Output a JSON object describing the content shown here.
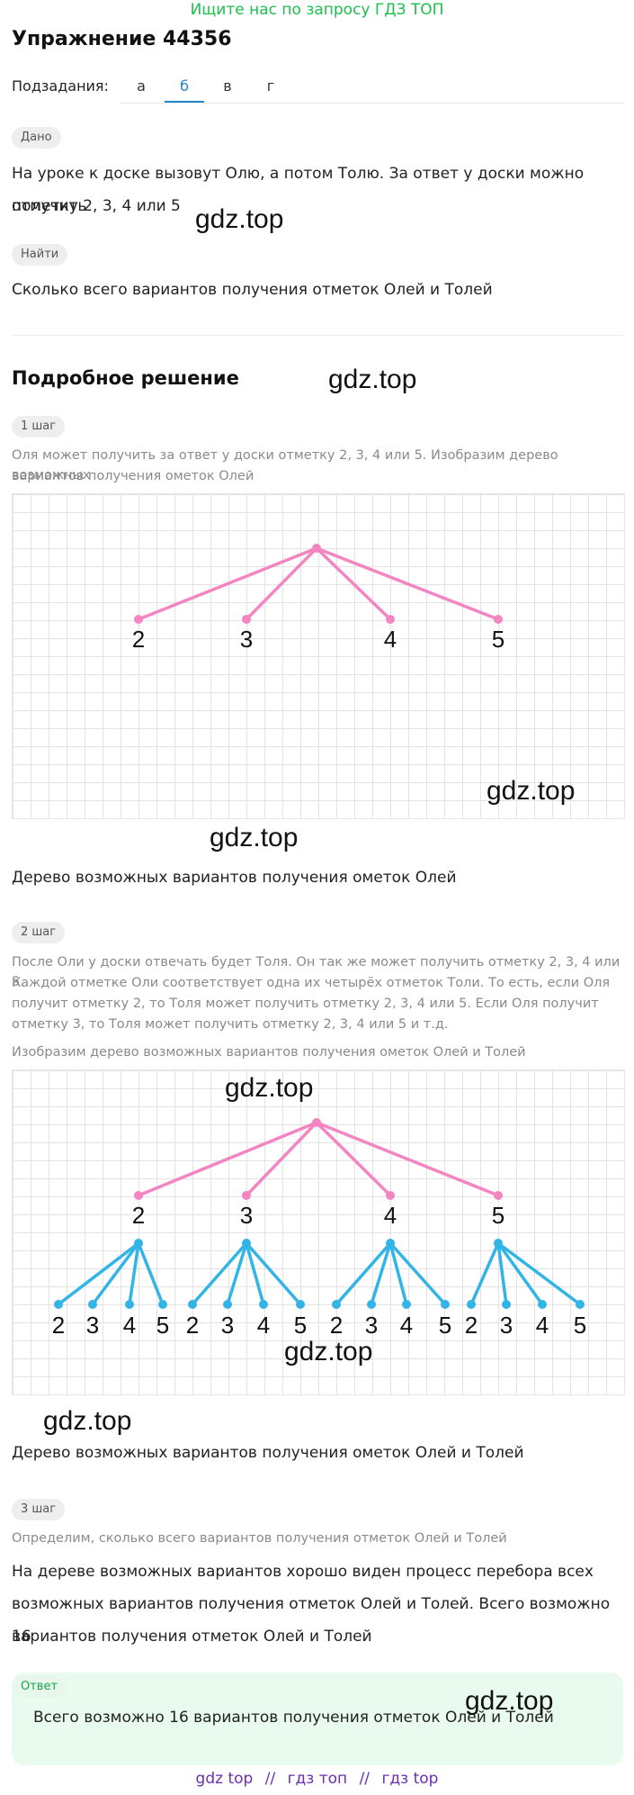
{
  "promo": "Ищите нас по запросу ГДЗ ТОП",
  "title": "Упражнение 44356",
  "subtasks": {
    "label": "Подзадания:",
    "tabs": [
      "а",
      "б",
      "в",
      "г"
    ],
    "active": "б"
  },
  "given": {
    "pill": "Дано",
    "line1": "На уроке к доске вызовут Олю, а потом Толю. За ответ у доски можно получить",
    "line2": "отметку 2, 3, 4 или 5"
  },
  "find": {
    "pill": "Найти",
    "text": "Сколько всего вариантов получения отметок Олей и Толей"
  },
  "solution_title": "Подробное решение",
  "step1": {
    "pill": "1 шаг",
    "text1": "Оля может получить за ответ у доски отметку 2, 3, 4 или 5. Изобразим дерево возможных",
    "text2": "вариантов получения ометок Олей",
    "caption": "Дерево возможных вариантов получения ометок Олей"
  },
  "step2": {
    "pill": "2 шаг",
    "text1": "После Оли у доски отвечать будет Толя. Он так же может получить отметку 2, 3, 4 или 5.",
    "text2": "Каждой отметке Оли соответствует одна их четырёх отметок Толи. То есть, если Оля",
    "text3": "получит отметку 2, то Толя может получить отметку 2, 3, 4 или 5. Если Оля получит",
    "text4": "отметку 3, то Толя может получить отметку 2, 3, 4 или 5 и т.д.",
    "text5": "Изобразим дерево возможных вариантов получения ометок Олей и Толей",
    "caption": "Дерево возможных вариантов получения ометок Олей и Толей"
  },
  "step3": {
    "pill": "3 шаг",
    "text1": "Определим, сколько всего вариантов получения отметок Олей и Толей",
    "line1": "На дереве возможных вариантов хорошо виден процесс перебора всех",
    "line2": "возможных вариантов получения отметок Олей и Толей. Всего возможно 16",
    "line3": "вариантов получения отметок Олей и Толей"
  },
  "answer": {
    "pill": "Ответ",
    "text": "Всего возможно 16 вариантов получения отметок Олей и Толей"
  },
  "watermark": "gdz.top",
  "tree1": {
    "labels": [
      "2",
      "3",
      "4",
      "5"
    ]
  },
  "tree2": {
    "labels": [
      "2",
      "3",
      "4",
      "5"
    ],
    "leaf_labels": [
      "2",
      "3",
      "4",
      "5",
      "2",
      "3",
      "4",
      "5",
      "2",
      "3",
      "4",
      "5",
      "2",
      "3",
      "4",
      "5"
    ]
  },
  "colors": {
    "pink": "#f386c2",
    "blue": "#33b4e6",
    "green": "#1dbf4e",
    "accent": "#1e88c8"
  },
  "footer": [
    "gdz top",
    "//",
    "гдз топ",
    "//",
    "гдз top"
  ]
}
